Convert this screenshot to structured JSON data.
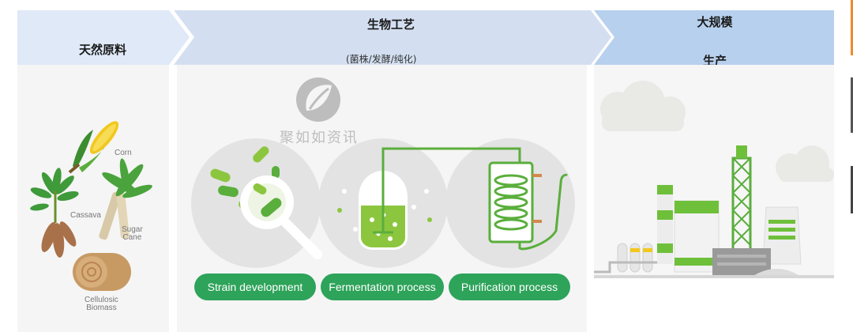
{
  "header": {
    "raw_materials": "天然原料",
    "bioprocess_title": "生物工艺",
    "bioprocess_subtitle": "(菌株/发酵/纯化)",
    "production_line1": "大规模",
    "production_line2": "生产"
  },
  "raw_materials": [
    {
      "label": "Corn",
      "icon": "corn-icon"
    },
    {
      "label": "Cassava",
      "icon": "cassava-icon"
    },
    {
      "label": "Sugar\nCane",
      "icon": "sugarcane-icon"
    },
    {
      "label": "Cellulosic\nBiomass",
      "icon": "biomass-icon"
    }
  ],
  "watermark": "聚如如资讯",
  "steps": [
    {
      "label": "Strain development",
      "icon": "magnifier-microbe-icon"
    },
    {
      "label": "Fermentation process",
      "icon": "fermenter-icon"
    },
    {
      "label": "Purification process",
      "icon": "coil-condenser-icon"
    }
  ],
  "colors": {
    "header_light": "#dfe9f7",
    "header_mid": "#d3dff1",
    "header_right": "#b7d0ee",
    "accent_green": "#2ea35a",
    "light_green": "#8cc63f",
    "panel_gray": "#f5f5f5",
    "circle_gray": "#e3e3e3"
  }
}
